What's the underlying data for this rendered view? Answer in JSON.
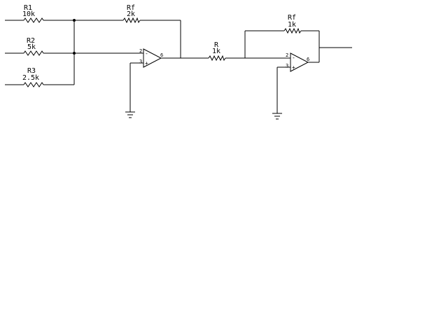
{
  "components": {
    "r1": {
      "name": "R1",
      "value": "10k"
    },
    "r2": {
      "name": "R2",
      "value": "5k"
    },
    "r3": {
      "name": "R3",
      "value": "2.5k"
    },
    "rf1": {
      "name": "Rf",
      "value": "2k"
    },
    "r": {
      "name": "R",
      "value": "1k"
    },
    "rf2": {
      "name": "Rf",
      "value": "1k"
    }
  },
  "opamp1": {
    "pin_inv": "2",
    "pin_noninv": "3",
    "pin_out": "6",
    "minus": "-",
    "plus": "+"
  },
  "opamp2": {
    "pin_inv": "2",
    "pin_noninv": "3",
    "pin_out": "6",
    "minus": "-",
    "plus": "+"
  }
}
